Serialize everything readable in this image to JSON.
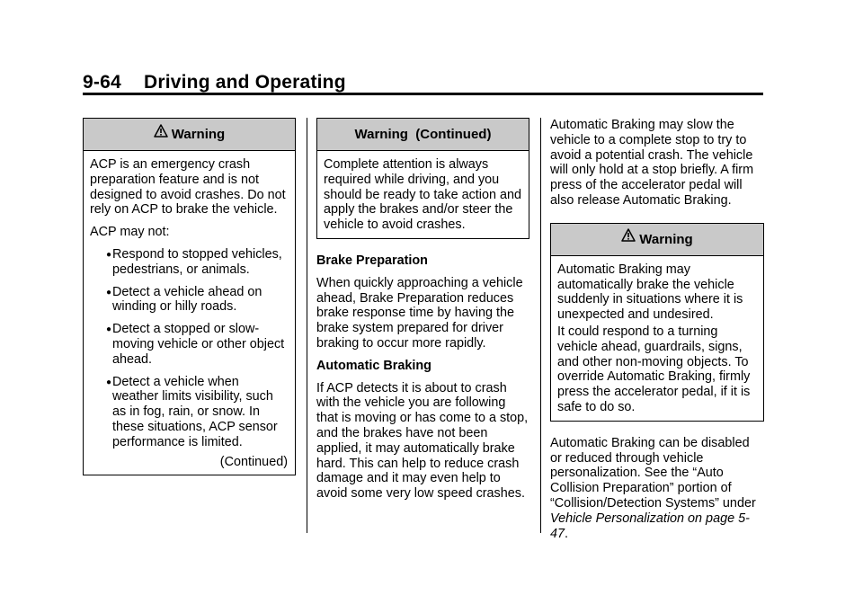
{
  "header": {
    "page_number": "9-64",
    "section_title": "Driving and Operating"
  },
  "col1": {
    "warning_title": "Warning",
    "intro": "ACP is an emergency crash preparation feature and is not designed to avoid crashes. Do not rely on ACP to brake the vehicle.",
    "may_not": "ACP may not:",
    "bullets": [
      "Respond to stopped vehicles, pedestrians, or animals.",
      "Detect a vehicle ahead on winding or hilly roads.",
      "Detect a stopped or slow-moving vehicle or other object ahead.",
      "Detect a vehicle when weather limits visibility, such as in fog, rain, or snow. In these situations, ACP sensor performance is limited."
    ],
    "continued": "(Continued)"
  },
  "col2": {
    "warning_title": "Warning  (Continued)",
    "warning_text": "Complete attention is always required while driving, and you should be ready to take action and apply the brakes and/or steer the vehicle to avoid crashes.",
    "heading1": "Brake Preparation",
    "para1": "When quickly approaching a vehicle ahead, Brake Preparation reduces brake response time by having the brake system prepared for driver braking to occur more rapidly.",
    "heading2": "Automatic Braking",
    "para2": "If ACP detects it is about to crash with the vehicle you are following that is moving or has come to a stop, and the brakes have not been applied, it may automatically brake hard. This can help to reduce crash damage and it may even help to avoid some very low speed crashes."
  },
  "col3": {
    "para1": "Automatic Braking may slow the vehicle to a complete stop to try to avoid a potential crash. The vehicle will only hold at a stop briefly. A firm press of the accelerator pedal will also release Automatic Braking.",
    "warning_title": "Warning",
    "warning_p1": "Automatic Braking may automatically brake the vehicle suddenly in situations where it is unexpected and undesired.",
    "warning_p2": "It could respond to a turning vehicle ahead, guardrails, signs, and other non-moving objects. To override Automatic Braking, firmly press the accelerator pedal, if it is safe to do so.",
    "para2": "Automatic Braking can be disabled or reduced through vehicle personalization. See the “Auto Collision Preparation” portion of “Collision/Detection Systems” under",
    "xref": "Vehicle Personalization on page 5-47",
    "xref_end": "."
  },
  "icons": {
    "warning": "warning-triangle-icon",
    "bullet": "bullet-icon"
  }
}
